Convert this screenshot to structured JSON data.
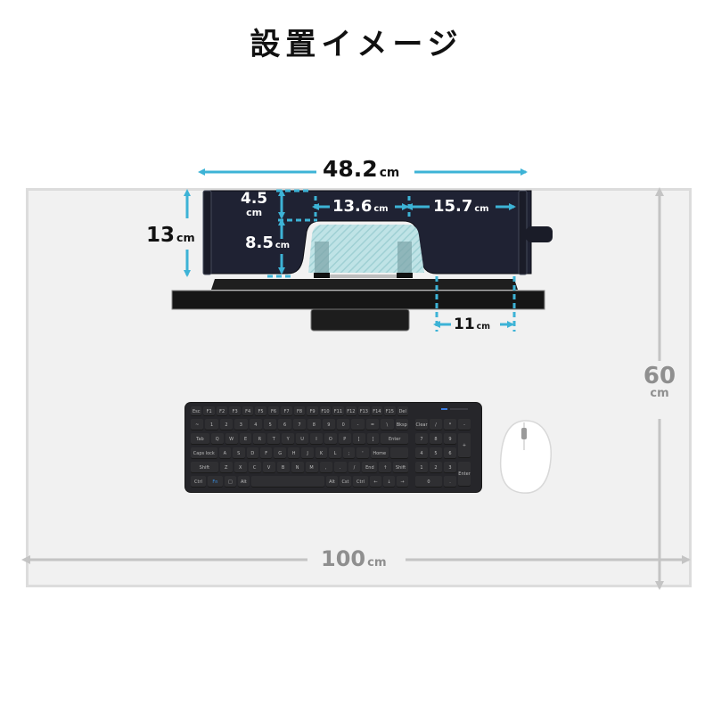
{
  "title": "設置イメージ",
  "colors": {
    "accent": "#3db3d6",
    "shelf": "#1f2233",
    "desk_bg": "#f1f1f1",
    "desk_border": "#dcdcdc",
    "dimension_grey": "#c4c4c4",
    "keyboard": "#26262a",
    "monitor": "#1c1c1c"
  },
  "dimensions": {
    "shelf_width": {
      "value": "48.2",
      "unit": "cm"
    },
    "shelf_height": {
      "value": "13",
      "unit": "cm"
    },
    "top_thickness": {
      "value": "4.5",
      "unit": "cm"
    },
    "clearance_height": {
      "value": "8.5",
      "unit": "cm"
    },
    "opening_width": {
      "value": "13.6",
      "unit": "cm"
    },
    "side_width": {
      "value": "15.7",
      "unit": "cm"
    },
    "leg_depth": {
      "value": "11",
      "unit": "cm"
    },
    "desk_depth": {
      "value": "60",
      "unit": "cm"
    },
    "desk_width": {
      "value": "100",
      "unit": "cm"
    }
  },
  "keyboard": {
    "rows": [
      [
        "Esc",
        "F1",
        "F2",
        "F3",
        "F4",
        "F5",
        "F6",
        "F7",
        "F8",
        "F9",
        "F10",
        "F11",
        "F12",
        "F13",
        "F14",
        "F15",
        "Del"
      ],
      [
        "~",
        "1",
        "2",
        "3",
        "4",
        "5",
        "6",
        "7",
        "8",
        "9",
        "0",
        "-",
        "=",
        "\\",
        "Bksp"
      ],
      [
        "Tab",
        "Q",
        "W",
        "E",
        "R",
        "T",
        "Y",
        "U",
        "I",
        "O",
        "P",
        "[",
        "]",
        "Enter"
      ],
      [
        "Caps lock",
        "A",
        "S",
        "D",
        "F",
        "G",
        "H",
        "J",
        "K",
        "L",
        ";",
        "'",
        "Home",
        ""
      ],
      [
        "Shift",
        "Z",
        "X",
        "C",
        "V",
        "B",
        "N",
        "M",
        ",",
        ".",
        "/",
        "End",
        "↑",
        "Shift"
      ],
      [
        "Ctrl",
        "Fn",
        "□",
        "Alt",
        "",
        "Alt",
        "Cst",
        "Ctrl",
        "←",
        "↓",
        "→"
      ]
    ],
    "numpad": [
      [
        "Clear",
        "/",
        "*",
        "-"
      ],
      [
        "7",
        "8",
        "9",
        "+"
      ],
      [
        "4",
        "5",
        "6",
        ""
      ],
      [
        "1",
        "2",
        "3",
        "Enter"
      ],
      [
        "0",
        "",
        ".",
        ""
      ]
    ]
  }
}
